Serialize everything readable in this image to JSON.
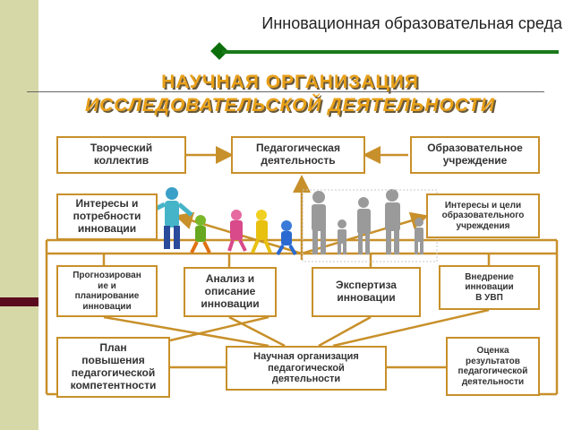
{
  "header": {
    "title": "Инновационная образовательная среда"
  },
  "main_title": {
    "line1": "НАУЧНАЯ ОРГАНИЗАЦИЯ",
    "line2": "ИССЛЕДОВАТЕЛЬСКОЙ  ДЕЯТЕЛЬНОСТИ"
  },
  "boxes": {
    "creative_team": "Творческий\nколлектив",
    "pedagogical_activity": "Педагогическая\nдеятельность",
    "educational_institution": "Образовательное\nучреждение",
    "interests_needs": "Интересы и\nпотребности\nинновации",
    "interests_goals": "Интересы и цели\nобразовательного\nучреждения",
    "forecasting": "Прогнозирован\nие и\nпланирование\nинновации",
    "analysis": "Анализ и\nописание\nинновации",
    "expertise": "Экспертиза\nинновации",
    "implementation": "Внедрение\nинновации\nВ УВП",
    "plan": "План\nповышения\nпедагогической\nкомпетентности",
    "scientific_org": "Научная организация\nпедагогической\nдеятельности",
    "evaluation": "Оценка\nрезультатов\nпедагогической\nдеятельности"
  },
  "colors": {
    "accent": "#e8a018",
    "box_border": "#c8902a",
    "arrow": "#c8902a",
    "green_line": "#1a7a1a",
    "left_band": "#d6d8a8",
    "left_band_dark": "#5a0c1e"
  }
}
